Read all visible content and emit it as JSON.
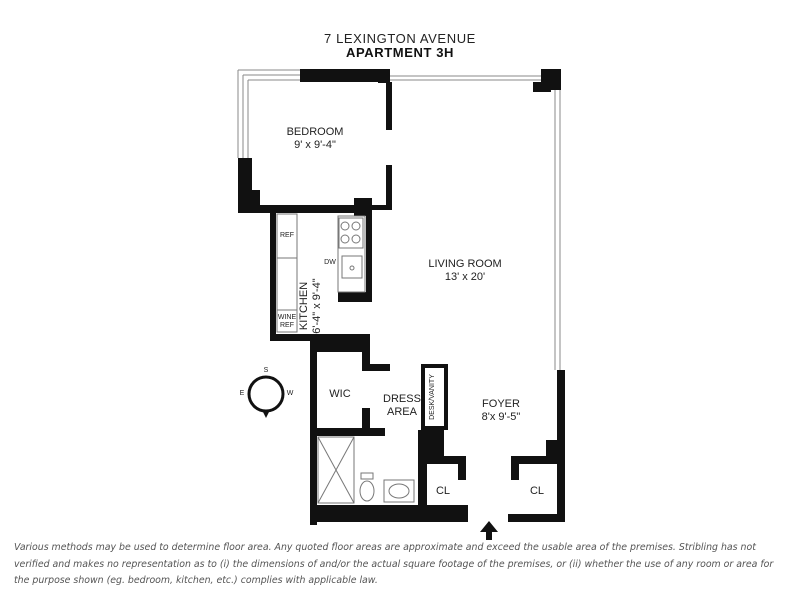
{
  "header": {
    "address": "7 LEXINGTON AVENUE",
    "unit": "APARTMENT 3H"
  },
  "rooms": {
    "bedroom": {
      "name": "BEDROOM",
      "dims": "9' x 9'-4\""
    },
    "living_room": {
      "name": "LIVING ROOM",
      "dims": "13' x 20'"
    },
    "kitchen": {
      "name": "KITCHEN",
      "dims": "6'-4\" x 9'-4\""
    },
    "foyer": {
      "name": "FOYER",
      "dims": "8'x 9'-5\""
    },
    "wic": {
      "name": "WIC"
    },
    "dress_area": {
      "line1": "DRESS",
      "line2": "AREA"
    },
    "closet_left": {
      "name": "CL"
    },
    "closet_right": {
      "name": "CL"
    }
  },
  "fixtures": {
    "ref": "REF",
    "dw": "DW",
    "wine_ref_line1": "WINE",
    "wine_ref_line2": "REF",
    "desk_vanity": "DESK/VANITY"
  },
  "compass": {
    "s": "S",
    "e": "E",
    "w": "W"
  },
  "disclaimer": "Various methods may be used to determine floor area. Any quoted floor areas are approximate and exceed the usable area of the premises. Stribling has not verified and makes no representation as to (i) the dimensions of and/or the actual square footage of the premises, or (ii) whether the use of any room or area for the purpose shown (eg. bedroom, kitchen, etc.) complies with applicable law.",
  "colors": {
    "wall": "#111111",
    "window": "#9a9a9a",
    "line": "#555555"
  }
}
